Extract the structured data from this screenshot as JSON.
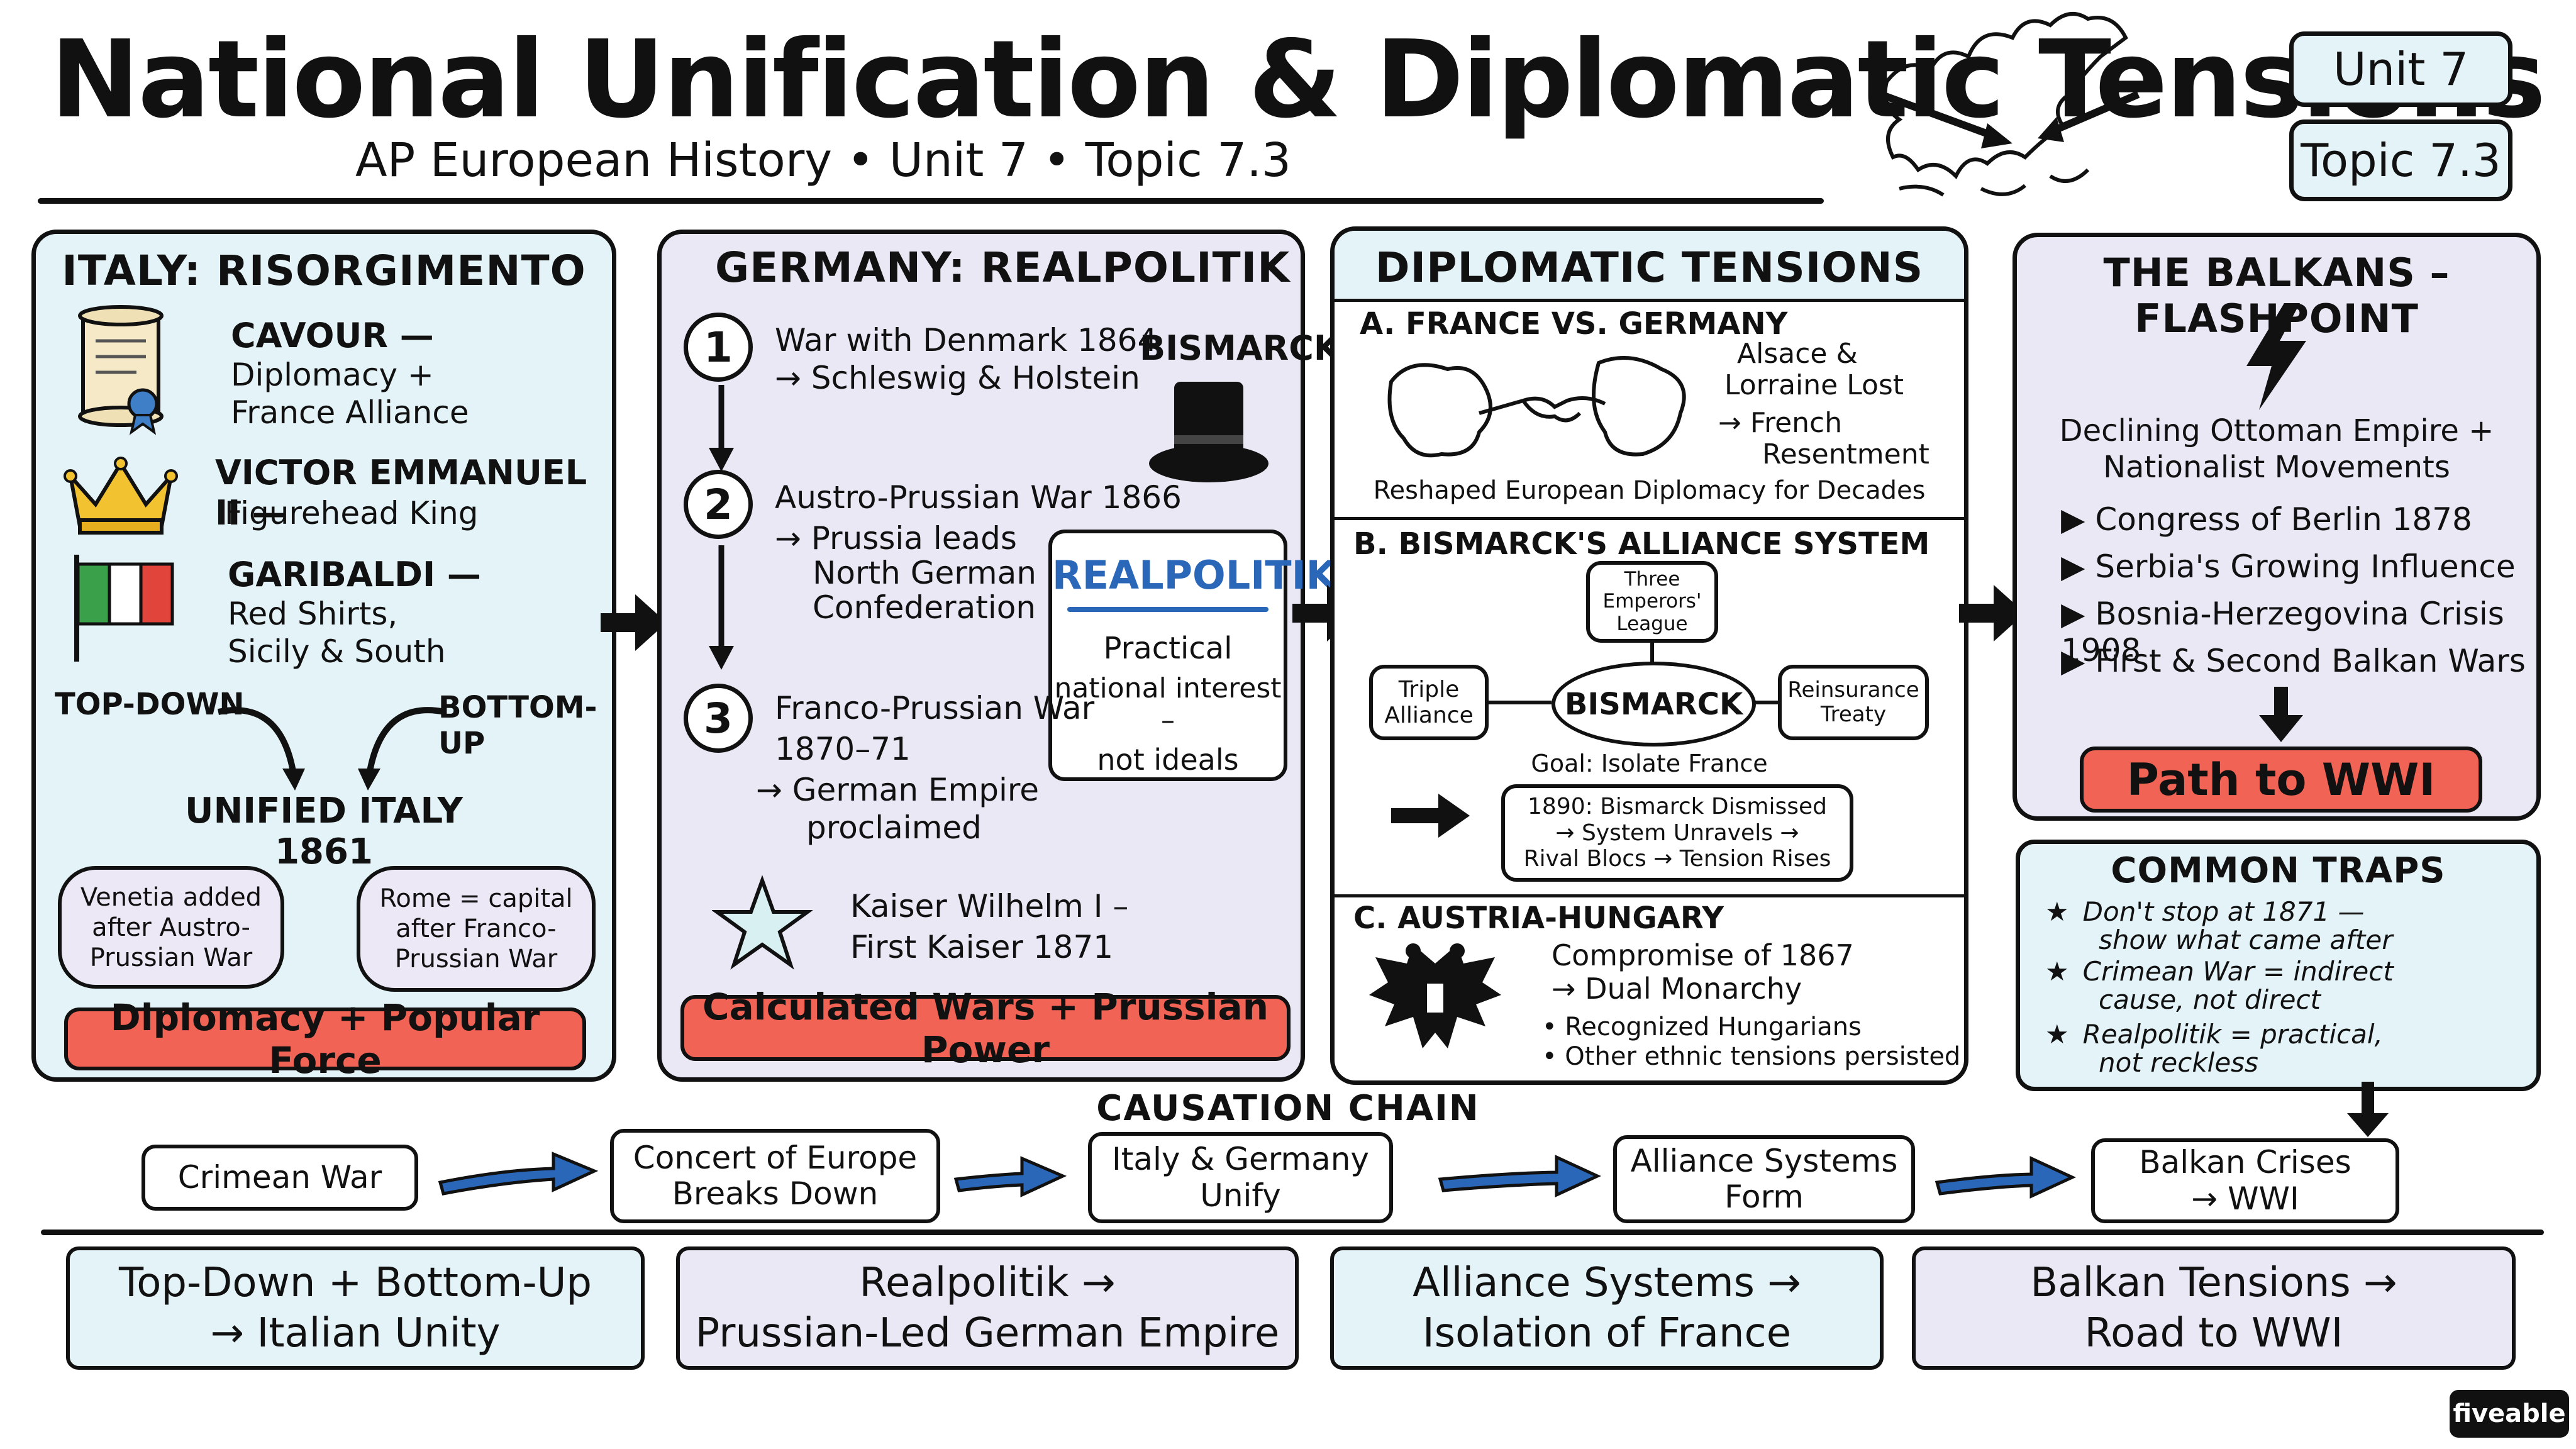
{
  "header": {
    "title": "National Unification & Diplomatic Tensions",
    "subtitle": "AP European History • Unit 7 • Topic 7.3",
    "badge_unit": "Unit 7",
    "badge_topic": "Topic 7.3"
  },
  "italy": {
    "title": "ITALY: RISORGIMENTO",
    "cavour_name": "CAVOUR —",
    "cavour_l1": "Diplomacy +",
    "cavour_l2": "France Alliance",
    "victor_name": "VICTOR EMMANUEL II —",
    "victor_l1": "Figurehead King",
    "garibaldi_name": "GARIBALDI —",
    "garibaldi_l1": "Red Shirts,",
    "garibaldi_l2": "Sicily & South",
    "topdown": "TOP-DOWN",
    "bottomup": "BOTTOM-UP",
    "unified_l1": "UNIFIED ITALY",
    "unified_l2": "1861",
    "bubble_left_l1": "Venetia added",
    "bubble_left_l2": "after Austro-",
    "bubble_left_l3": "Prussian War",
    "bubble_right_l1": "Rome = capital",
    "bubble_right_l2": "after Franco-",
    "bubble_right_l3": "Prussian War",
    "footer": "Diplomacy + Popular Force"
  },
  "germany": {
    "title": "GERMANY: REALPOLITIK",
    "step1_num": "1",
    "step1_l1": "War with Denmark 1864",
    "step1_l2": "→ Schleswig & Holstein",
    "bismarck": "BISMARCK",
    "step2_num": "2",
    "step2_l1": "Austro-Prussian War 1866",
    "step2_l2": "→ Prussia leads",
    "step2_l3": "North German",
    "step2_l4": "Confederation",
    "realpolitik_title": "REALPOLITIK",
    "realpolitik_l1": "Practical",
    "realpolitik_l2": "national interest –",
    "realpolitik_l3": "not ideals",
    "step3_num": "3",
    "step3_l1": "Franco-Prussian War",
    "step3_l2": "1870–71",
    "step3_l3": "→ German Empire",
    "step3_l4": "proclaimed",
    "kaiser_l1": "Kaiser Wilhelm I –",
    "kaiser_l2": "First Kaiser 1871",
    "footer": "Calculated Wars + Prussian Power"
  },
  "diplomacy": {
    "title": "DIPLOMATIC TENSIONS",
    "a_title": "A. FRANCE VS. GERMANY",
    "a_l1": "Alsace &",
    "a_l2": "Lorraine Lost",
    "a_l3": "→ French",
    "a_l4": "Resentment",
    "a_caption": "Reshaped European Diplomacy for Decades",
    "b_title": "B. BISMARCK'S ALLIANCE SYSTEM",
    "three_l1": "Three",
    "three_l2": "Emperors'",
    "three_l3": "League",
    "triple_l1": "Triple",
    "triple_l2": "Alliance",
    "bismarck": "BISMARCK",
    "reins_l1": "Reinsurance",
    "reins_l2": "Treaty",
    "goal": "Goal: Isolate France",
    "dismiss_l1": "1890: Bismarck Dismissed",
    "dismiss_l2": "→ System Unravels →",
    "dismiss_l3": "Rival Blocs → Tension Rises",
    "c_title": "C. AUSTRIA-HUNGARY",
    "c_l1": "Compromise of 1867",
    "c_l2": "→ Dual Monarchy",
    "c_b1": "• Recognized Hungarians",
    "c_b2": "• Other ethnic tensions persisted"
  },
  "balkans": {
    "title": "THE BALKANS – FLASHPOINT",
    "intro_l1": "Declining Ottoman Empire +",
    "intro_l2": "Nationalist Movements",
    "items": [
      "▶  Congress of Berlin 1878",
      "▶  Serbia's Growing Influence",
      "▶  Bosnia-Herzegovina Crisis 1908",
      "▶  First & Second Balkan Wars"
    ],
    "footer": "Path to WWI"
  },
  "traps": {
    "title": "COMMON TRAPS",
    "t1_l1": "Don't stop at 1871 —",
    "t1_l2": "show what came after",
    "t2_l1": "Crimean War = indirect",
    "t2_l2": "cause, not direct",
    "t3_l1": "Realpolitik = practical,",
    "t3_l2": "not reckless"
  },
  "chain": {
    "title": "CAUSATION CHAIN",
    "n1": "Crimean War",
    "n2_l1": "Concert of Europe",
    "n2_l2": "Breaks Down",
    "n3_l1": "Italy & Germany",
    "n3_l2": "Unify",
    "n4_l1": "Alliance Systems",
    "n4_l2": "Form",
    "n5_l1": "Balkan Crises",
    "n5_l2": "→ WWI"
  },
  "summary": {
    "s1_l1": "Top-Down + Bottom-Up",
    "s1_l2": "→ Italian Unity",
    "s2_l1": "Realpolitik →",
    "s2_l2": "Prussian-Led German Empire",
    "s3_l1": "Alliance Systems →",
    "s3_l2": "Isolation of France",
    "s4_l1": "Balkan Tensions →",
    "s4_l2": "Road to WWI"
  },
  "brand": "fiveable",
  "colors": {
    "blue_panel": "#e4f3f7",
    "lavender_panel": "#ebe8f6",
    "red_bar": "#f16354",
    "chain_arrow": "#2a67b8"
  }
}
